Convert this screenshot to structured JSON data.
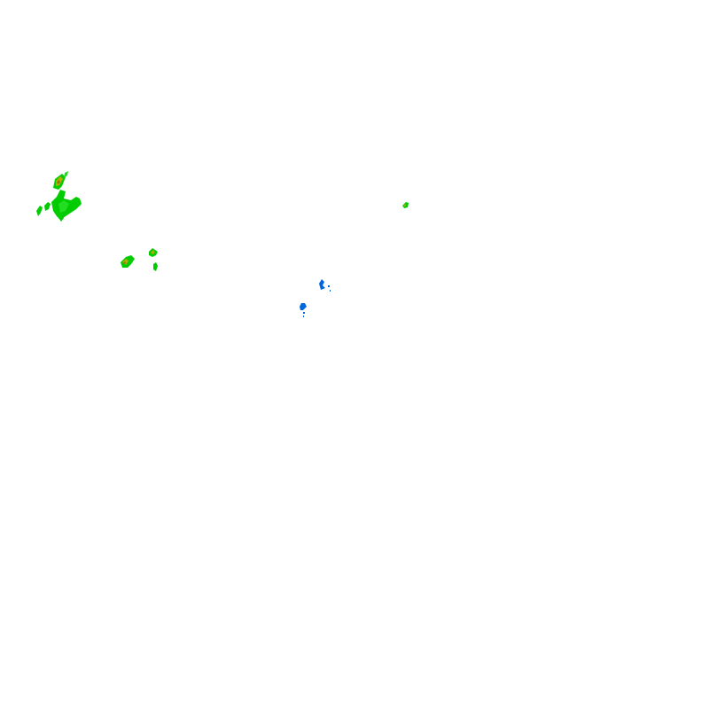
{
  "map": {
    "type": "precipitation-radar-overlay",
    "labels": [],
    "intensity_colors": {
      "light_rain": "#0066dd",
      "moderate_rain": "#00cc00",
      "moderate_rain_bright": "#22dd22",
      "heavy_rain": "#bbaa00",
      "heavy_rain_edge": "#887700"
    },
    "echo_clusters": [
      {
        "name": "west-cluster",
        "intensity": "moderate_rain"
      },
      {
        "name": "southwest-cluster",
        "intensity": "moderate_rain"
      },
      {
        "name": "central-east-cell",
        "intensity": "moderate_rain"
      },
      {
        "name": "central-light-cell",
        "intensity": "light_rain"
      },
      {
        "name": "central-south-light-cell",
        "intensity": "light_rain"
      }
    ]
  }
}
